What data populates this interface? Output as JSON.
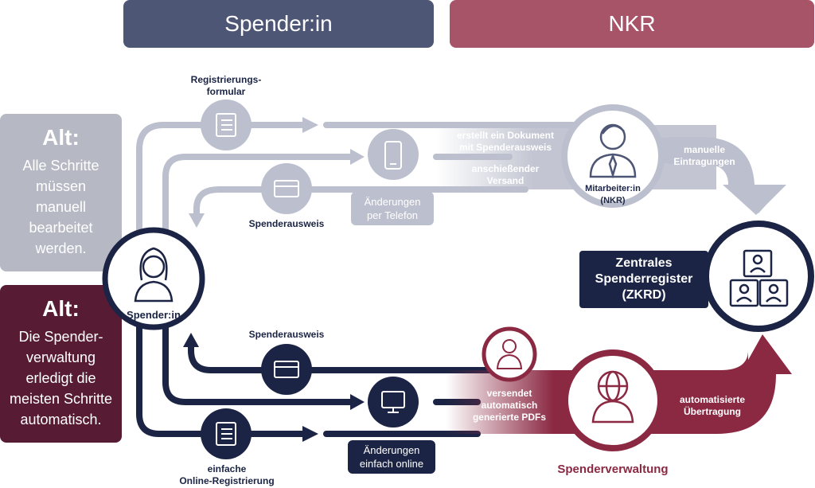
{
  "header": {
    "left_title": "Spender:in",
    "right_title": "NKR"
  },
  "old_box": {
    "title": "Alt:",
    "text_lines": [
      "Alle Schritte",
      "müssen",
      "manuell",
      "bearbeitet",
      "werden."
    ]
  },
  "new_box": {
    "title": "Alt:",
    "text_lines": [
      "Die Spender-",
      "verwaltung",
      "erledigt die",
      "meisten Schritte",
      "automatisch."
    ]
  },
  "old_flow": {
    "registration_label_lines": [
      "Registrierungs-",
      "formular"
    ],
    "document_label_lines": [
      "erstellt ein Dokument",
      "mit Spenderausweis"
    ],
    "shipping_label_lines": [
      "anschießender",
      "Versand"
    ],
    "card_label": "Spenderausweis",
    "phone_pill_lines": [
      "Änderungen",
      "per Telefon"
    ],
    "staff_label_lines": [
      "Mitarbeiter:in",
      "(NKR)"
    ],
    "manual_label_lines": [
      "manuelle",
      "Eintragungen"
    ]
  },
  "donor": {
    "label": "Spender:in"
  },
  "registry": {
    "label_lines": [
      "Zentrales",
      "Spenderregister",
      "(ZKRD)"
    ]
  },
  "new_flow": {
    "card_label": "Spenderausweis",
    "pdf_label_lines": [
      "versendet",
      "automatisch",
      "generierte PDFs"
    ],
    "online_pill_lines": [
      "Änderungen",
      "einfach online"
    ],
    "registration_label_lines": [
      "einfache",
      "Online-Registrierung"
    ],
    "transfer_label_lines": [
      "automatisierte",
      "Übertragung"
    ],
    "system_label": "Spenderverwaltung"
  },
  "icons": {
    "registration_form": "checklist-icon",
    "phone": "phone-icon",
    "card": "id-card-icon",
    "staff": "staff-person-icon",
    "donor": "woman-icon",
    "registry": "registry-boxes-icon",
    "monitor": "monitor-icon",
    "globe_user": "globe-user-icon"
  },
  "colors": {
    "navy": "#1b2444",
    "slate": "#4e5675",
    "gray": "#bcbfcd",
    "maroon": "#8b2943",
    "rose": "#a85468",
    "old_box": "#b6b8c4",
    "new_box": "#571c33"
  }
}
